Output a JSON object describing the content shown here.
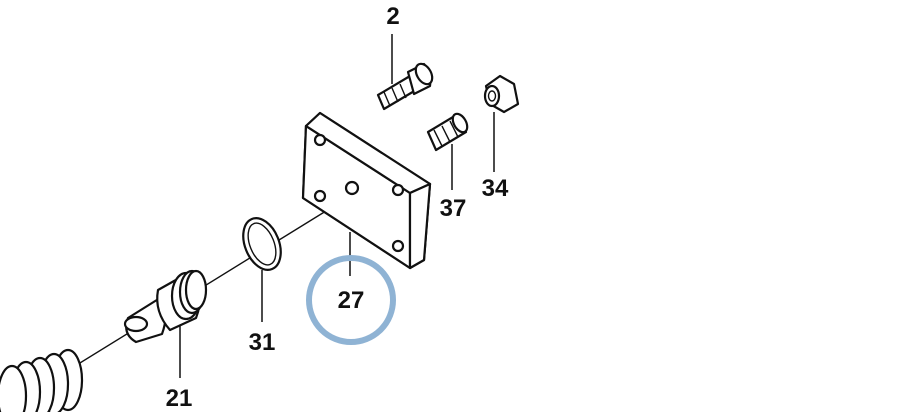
{
  "callouts": [
    {
      "id": "p2",
      "label": "2"
    },
    {
      "id": "p34",
      "label": "34"
    },
    {
      "id": "p37",
      "label": "37"
    },
    {
      "id": "p27",
      "label": "27"
    },
    {
      "id": "p31",
      "label": "31"
    },
    {
      "id": "p21",
      "label": "21"
    }
  ],
  "highlight": {
    "color": "#8fb3d4",
    "target": "27"
  },
  "colors": {
    "line": "#111111",
    "background": "#ffffff"
  }
}
